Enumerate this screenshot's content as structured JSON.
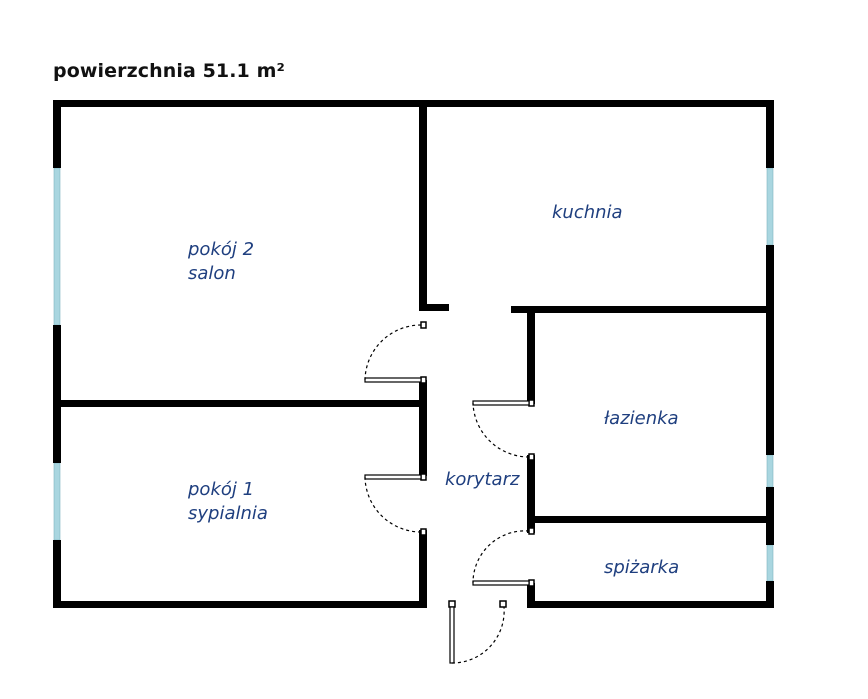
{
  "title": "powierzchnia 51.1 m²",
  "colors": {
    "wall": "#000000",
    "label": "#1f3f7f",
    "window": "#a9d6e0",
    "door_arc": "#000000"
  },
  "rooms": [
    {
      "id": "salon",
      "lines": [
        "pokój 2",
        "salon"
      ]
    },
    {
      "id": "kuchnia",
      "lines": [
        "kuchnia"
      ]
    },
    {
      "id": "lazienka",
      "lines": [
        "łazienka"
      ]
    },
    {
      "id": "sypialnia",
      "lines": [
        "pokój 1",
        "sypialnia"
      ]
    },
    {
      "id": "korytarz",
      "lines": [
        "korytarz"
      ]
    },
    {
      "id": "spizarka",
      "lines": [
        "spiżarka"
      ]
    }
  ]
}
